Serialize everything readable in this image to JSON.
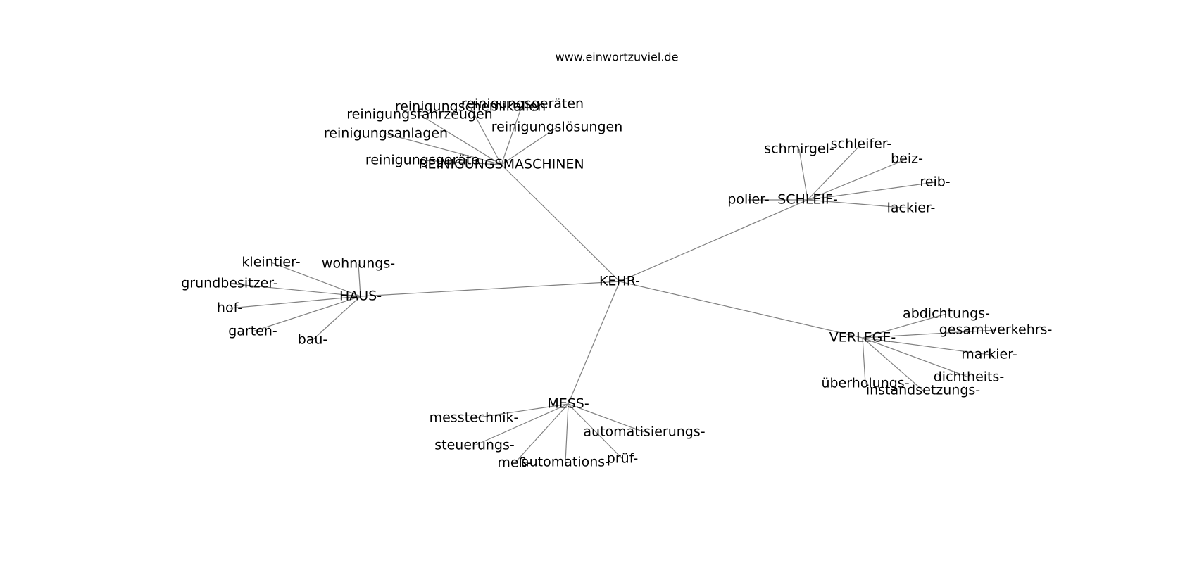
{
  "site": "www.einwortzuviel.de",
  "nodes": [
    {
      "id": "kehr",
      "label": "KEHR-"
    },
    {
      "id": "reinigungsmaschinen",
      "label": "REINIGUNGSMASCHINEN"
    },
    {
      "id": "schleif",
      "label": "SCHLEIF-"
    },
    {
      "id": "haus",
      "label": "HAUS-"
    },
    {
      "id": "verlege",
      "label": "VERLEGE-"
    },
    {
      "id": "mess",
      "label": "MESS-"
    },
    {
      "id": "reinigungsgeraeten",
      "label": "reinigungsgeräten"
    },
    {
      "id": "reinigungschemikalien",
      "label": "reinigungschemikalien"
    },
    {
      "id": "reinigungsfahrzeugen",
      "label": "reinigungsfahrzeugen"
    },
    {
      "id": "reinigungsloesungen",
      "label": "reinigungslösungen"
    },
    {
      "id": "reinigungsanlagen",
      "label": "reinigungsanlagen"
    },
    {
      "id": "reinigungsgeraete",
      "label": "reinigungsgeräte"
    },
    {
      "id": "schmirgel",
      "label": "schmirgel-"
    },
    {
      "id": "schleifer",
      "label": "schleifer-"
    },
    {
      "id": "beiz",
      "label": "beiz-"
    },
    {
      "id": "reib",
      "label": "reib-"
    },
    {
      "id": "polier",
      "label": "polier-"
    },
    {
      "id": "lackier",
      "label": "lackier-"
    },
    {
      "id": "kleintier",
      "label": "kleintier-"
    },
    {
      "id": "wohnungs",
      "label": "wohnungs-"
    },
    {
      "id": "grundbesitzer",
      "label": "grundbesitzer-"
    },
    {
      "id": "hof",
      "label": "hof-"
    },
    {
      "id": "garten",
      "label": "garten-"
    },
    {
      "id": "bau",
      "label": "bau-"
    },
    {
      "id": "abdichtungs",
      "label": "abdichtungs-"
    },
    {
      "id": "gesamtverkehrs",
      "label": "gesamtverkehrs-"
    },
    {
      "id": "markier",
      "label": "markier-"
    },
    {
      "id": "dichtheits",
      "label": "dichtheits-"
    },
    {
      "id": "ueberholungs",
      "label": "überholungs-"
    },
    {
      "id": "instandsetzungs",
      "label": "instandsetzungs-"
    },
    {
      "id": "messtechnik",
      "label": "messtechnik-"
    },
    {
      "id": "steuerungs",
      "label": "steuerungs-"
    },
    {
      "id": "mess2",
      "label": "meß-"
    },
    {
      "id": "automations",
      "label": "automations-"
    },
    {
      "id": "pruef",
      "label": "prüf-"
    },
    {
      "id": "automatisierungs",
      "label": "automatisierungs-"
    }
  ],
  "edges": [
    [
      "kehr",
      "reinigungsmaschinen"
    ],
    [
      "kehr",
      "schleif"
    ],
    [
      "kehr",
      "haus"
    ],
    [
      "kehr",
      "verlege"
    ],
    [
      "kehr",
      "mess"
    ],
    [
      "reinigungsmaschinen",
      "reinigungsgeraeten"
    ],
    [
      "reinigungsmaschinen",
      "reinigungschemikalien"
    ],
    [
      "reinigungsmaschinen",
      "reinigungsfahrzeugen"
    ],
    [
      "reinigungsmaschinen",
      "reinigungsloesungen"
    ],
    [
      "reinigungsmaschinen",
      "reinigungsanlagen"
    ],
    [
      "reinigungsmaschinen",
      "reinigungsgeraete"
    ],
    [
      "schleif",
      "schmirgel"
    ],
    [
      "schleif",
      "schleifer"
    ],
    [
      "schleif",
      "beiz"
    ],
    [
      "schleif",
      "reib"
    ],
    [
      "schleif",
      "polier"
    ],
    [
      "schleif",
      "lackier"
    ],
    [
      "haus",
      "kleintier"
    ],
    [
      "haus",
      "wohnungs"
    ],
    [
      "haus",
      "grundbesitzer"
    ],
    [
      "haus",
      "hof"
    ],
    [
      "haus",
      "garten"
    ],
    [
      "haus",
      "bau"
    ],
    [
      "verlege",
      "abdichtungs"
    ],
    [
      "verlege",
      "gesamtverkehrs"
    ],
    [
      "verlege",
      "markier"
    ],
    [
      "verlege",
      "dichtheits"
    ],
    [
      "verlege",
      "ueberholungs"
    ],
    [
      "verlege",
      "instandsetzungs"
    ],
    [
      "mess",
      "messtechnik"
    ],
    [
      "mess",
      "steuerungs"
    ],
    [
      "mess",
      "mess2"
    ],
    [
      "mess",
      "automations"
    ],
    [
      "mess",
      "pruef"
    ],
    [
      "mess",
      "automatisierungs"
    ]
  ]
}
